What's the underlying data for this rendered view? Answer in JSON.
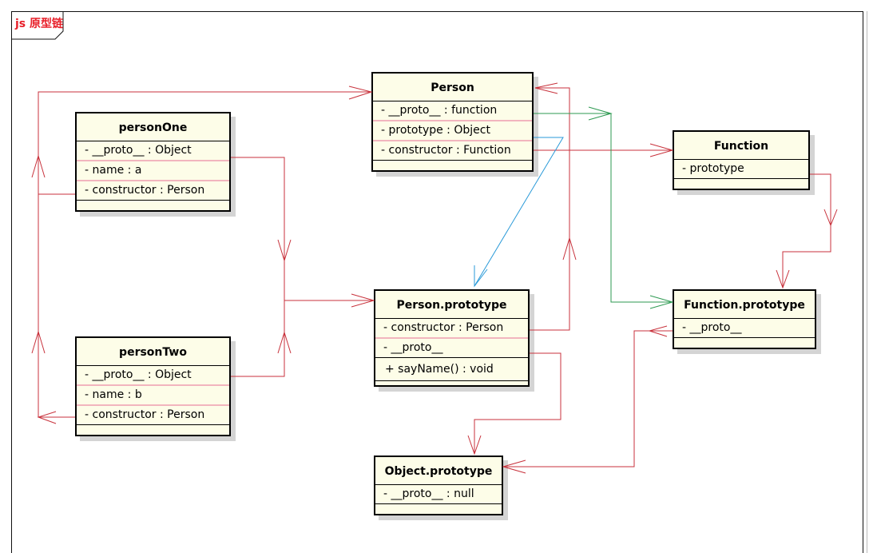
{
  "diagram_title": "js 原型链",
  "colors": {
    "red_link": "#c8323c",
    "green_link": "#2e9a52",
    "blue_link": "#2a9ad8",
    "title": "#e8202a",
    "class_fill": "#fdfde8"
  },
  "classes": {
    "person": {
      "name": "Person",
      "attributes": [
        "- __proto__ : function",
        "- prototype : Object",
        "- constructor : Function"
      ]
    },
    "personOne": {
      "name": "personOne",
      "attributes": [
        "- __proto__ : Object",
        "- name : a",
        "- constructor : Person"
      ]
    },
    "personTwo": {
      "name": "personTwo",
      "attributes": [
        "- __proto__ : Object",
        "- name : b",
        "- constructor : Person"
      ]
    },
    "function": {
      "name": "Function",
      "attributes": [
        "- prototype"
      ]
    },
    "personPrototype": {
      "name": "Person.prototype",
      "attributes": [
        "- constructor : Person",
        "- __proto__"
      ],
      "operations": [
        "+ sayName() : void"
      ]
    },
    "functionPrototype": {
      "name": "Function.prototype",
      "attributes": [
        "- __proto__"
      ]
    },
    "objectPrototype": {
      "name": "Object.prototype",
      "attributes": [
        "- __proto__ : null"
      ]
    }
  }
}
